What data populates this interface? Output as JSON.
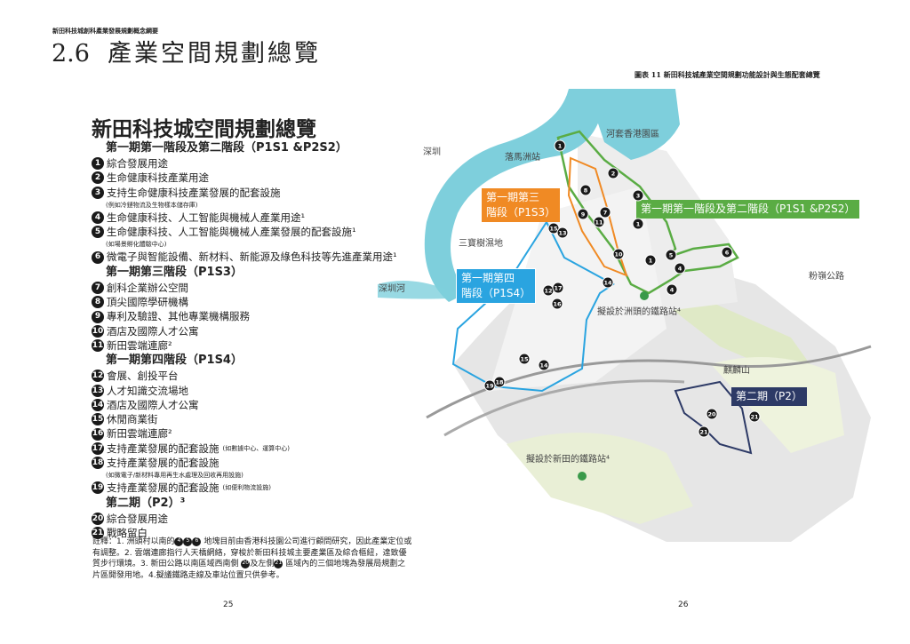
{
  "header": {
    "doc_title": "新田科技城創科產業發展規劃概念綱要",
    "section_number": "2.6",
    "section_title": "產業空間規劃總覽"
  },
  "figure_caption": "圖表 11 新田科技城產業空間規劃功能設計與生態配套總覽",
  "legend": {
    "title": "新田科技城空間規劃總覽",
    "sections": [
      {
        "heading": "第一期第一階段及第二階段（P1S1 &P2S2）"
      },
      {
        "heading": "第一期第三階段（P1S3）"
      },
      {
        "heading": "第一期第四階段（P1S4）"
      },
      {
        "heading": "第二期（P2）³"
      }
    ],
    "items": [
      {
        "n": "1",
        "text": "綜合發展用途"
      },
      {
        "n": "2",
        "text": "生命健康科技產業用途"
      },
      {
        "n": "3",
        "text": "支持生命健康科技產業發展的配套設施",
        "note": "(例如冷鏈物流及生物樣本儲存庫)"
      },
      {
        "n": "4",
        "text": "生命健康科技、人工智能與機械人產業用途¹"
      },
      {
        "n": "5",
        "text": "生命健康科技、人工智能與機械人產業發展的配套設施¹",
        "note": "(如場景孵化體驗中心)"
      },
      {
        "n": "6",
        "text": "微電子與智能設備、新材料、新能源及綠色科技等先進產業用途¹"
      },
      {
        "n": "7",
        "text": "創科企業辦公空間"
      },
      {
        "n": "8",
        "text": "頂尖國際學研機構"
      },
      {
        "n": "9",
        "text": "專利及驗證、其他專業機構服務"
      },
      {
        "n": "10",
        "text": "酒店及國際人才公寓"
      },
      {
        "n": "11",
        "text": "新田雲端連廊²"
      },
      {
        "n": "12",
        "text": "會展、創投平台"
      },
      {
        "n": "13",
        "text": "人才知識交流場地"
      },
      {
        "n": "14",
        "text": "酒店及國際人才公寓"
      },
      {
        "n": "15",
        "text": "休閒商業街"
      },
      {
        "n": "16",
        "text": "新田雲端連廊²"
      },
      {
        "n": "17",
        "text": "支持產業發展的配套設施",
        "note": "(如數據中心、運算中心)"
      },
      {
        "n": "18",
        "text": "支持產業發展的配套設施",
        "note": "(如微電子/新材料專用再生水處理及回收再用設施)"
      },
      {
        "n": "19",
        "text": "支持產業發展的配套設施",
        "note": "(如便利物流設施)"
      },
      {
        "n": "20",
        "text": "綜合發展用途"
      },
      {
        "n": "21",
        "text": "戰略留白"
      }
    ]
  },
  "notes": {
    "prefix": "註釋：1. 洲頭村以南的",
    "b4": "4",
    "b5": "5",
    "b6": "6",
    "p1": " 地塊目前由香港科技園公司進行顧問研究，因此產業定位或有調整。2. 雲端連廊指行人天橋網絡，穿梭於新田科技城主要產業區及綜合樞紐，達致優質步行環境。3. 新田公路以南區域西南側 ",
    "b20": "20",
    "p2": "及左側",
    "b21": "21",
    "p3": " 區域內的三個地塊為發展局規劃之片區開發用地。4.擬議鐵路走線及車站位置只供參考。"
  },
  "map": {
    "labels": {
      "shenzhen": "深圳",
      "lok_ma_chau": "落馬洲站",
      "loop": "河套香港園區",
      "san_po_shue": "三寶樹濕地",
      "shenzhen_river": "深圳河",
      "fanling_hwy": "粉嶺公路",
      "chau_tau_station": "擬設於洲頭的鐵路站⁴",
      "kai_kung_shan": "麒麟山",
      "san_tin_station": "擬設於新田的鐵路站⁴"
    },
    "phases": {
      "p1s1": "第一期第一階段及第二階段（P1S1 &P2S2）",
      "p1s3_a": "第一期第三",
      "p1s3_b": "階段（P1S3）",
      "p1s4_a": "第一期第四",
      "p1s4_b": "階段（P1S4）",
      "p2": "第二期（P2）"
    },
    "colors": {
      "p1s1": "#5aac44",
      "p1s3": "#f08a24",
      "p1s4": "#2aa4e0",
      "p2": "#2d3a66",
      "river": "#7ecfdc"
    }
  },
  "page_numbers": {
    "left": "25",
    "right": "26"
  }
}
